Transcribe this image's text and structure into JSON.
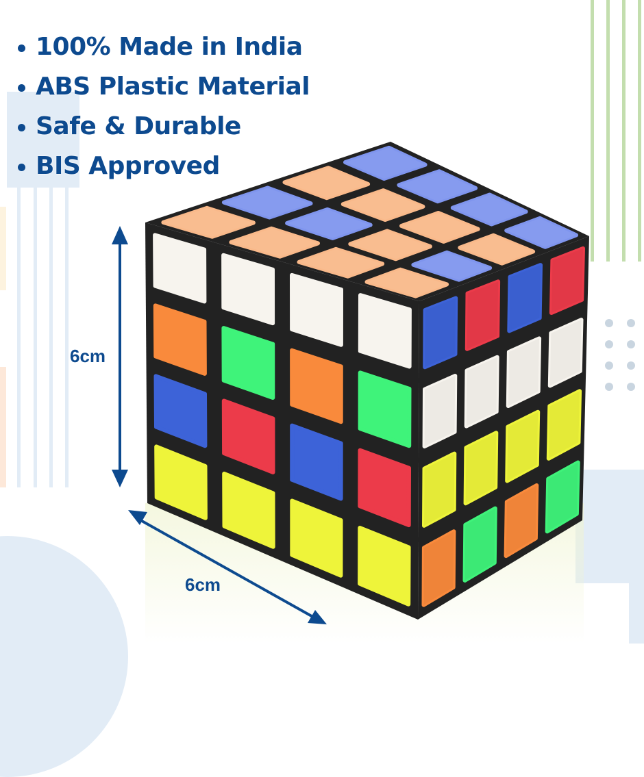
{
  "features": [
    {
      "label": "100% Made in India"
    },
    {
      "label": "ABS Plastic Material"
    },
    {
      "label": "Safe & Durable"
    },
    {
      "label": "BIS Approved"
    }
  ],
  "dimensions": {
    "height_label": "6cm",
    "depth_label": "6cm"
  },
  "colors": {
    "text_primary": "#0d4a8f",
    "sticker_orange": "#f98a3c",
    "sticker_peach": "#f9b98a",
    "sticker_blue": "#3d63d8",
    "sticker_light_blue": "#7f95ee",
    "sticker_red": "#ec3b4a",
    "sticker_white": "#f7f4ee",
    "sticker_green": "#3ff37a",
    "sticker_yellow": "#eef43a",
    "bg_blue_tint": "#e2ecf6",
    "bg_green_lines": "#c3deae",
    "bg_dots": "#c9d5e0"
  },
  "product": {
    "name": "4x4 speed cube",
    "faces": {
      "top": [
        [
          "peach",
          "light_blue",
          "peach",
          "light_blue"
        ],
        [
          "peach",
          "light_blue",
          "peach",
          "light_blue"
        ],
        [
          "peach",
          "peach",
          "peach",
          "light_blue"
        ],
        [
          "peach",
          "light_blue",
          "peach",
          "light_blue"
        ]
      ],
      "left": [
        [
          "white",
          "white",
          "white",
          "white"
        ],
        [
          "orange",
          "green",
          "orange",
          "green"
        ],
        [
          "blue",
          "red",
          "blue",
          "red"
        ],
        [
          "yellow",
          "yellow",
          "yellow",
          "yellow"
        ]
      ],
      "right": [
        [
          "blue",
          "red",
          "blue",
          "red"
        ],
        [
          "white",
          "white",
          "white",
          "white"
        ],
        [
          "yellow",
          "yellow",
          "yellow",
          "yellow"
        ],
        [
          "orange",
          "green",
          "orange",
          "green"
        ]
      ]
    }
  }
}
